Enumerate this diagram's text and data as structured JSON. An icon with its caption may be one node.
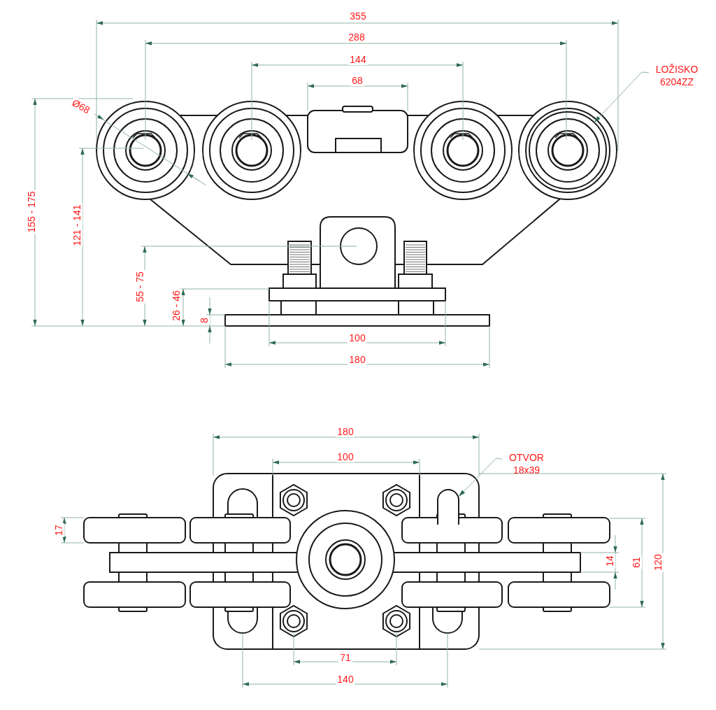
{
  "diagram": {
    "nodes": [
      {
        "text": [
          "LOŽISKO 6204ZZ"
        ]
      },
      {
        "text": [],
        "shape": "circle"
      },
      {
        "text": [
          "OTVOR 18x39"
        ]
      },
      {
        "text": [],
        "shape": "slot"
      }
    ],
    "edges": [
      {
        "from": 0,
        "to": 1,
        "arrow": "to"
      },
      {
        "from": 2,
        "to": 3,
        "arrow": "to"
      }
    ],
    "labels": [
      "355",
      "288",
      "144",
      "68",
      "Ø68",
      "155 - 175",
      "121 - 141",
      "55 - 75",
      "26 - 46",
      "8",
      "100",
      "180",
      "180",
      "100",
      "17",
      "14",
      "61",
      "120",
      "71",
      "140"
    ]
  }
}
